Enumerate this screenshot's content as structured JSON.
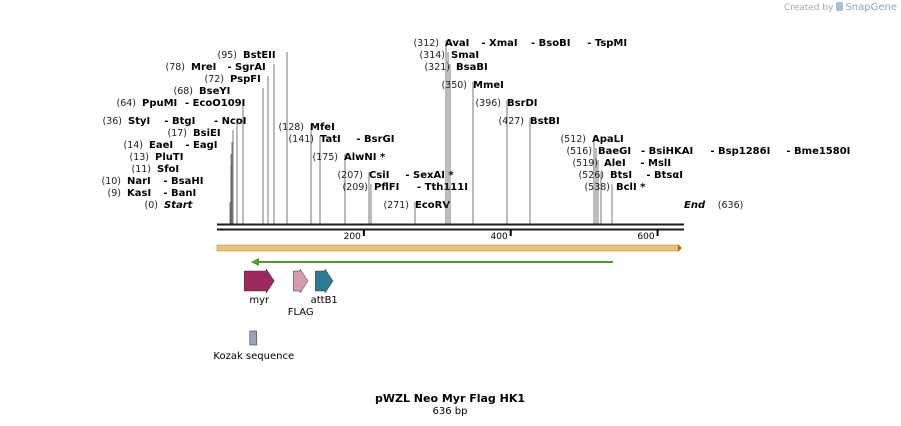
{
  "credit": {
    "prefix": "Created by",
    "brand": "SnapGene"
  },
  "plasmid": {
    "name": "pWZL Neo Myr Flag HK1",
    "length": "636 bp",
    "length_bp": 636
  },
  "colors": {
    "backbone": "#1a1a1a",
    "orange_bar": "#e8c27a",
    "green_arrow": "#4c9a2a",
    "myr": "#9b2a5e",
    "flag": "#d49ab0",
    "attb1": "#2e7a93",
    "kozak": "#9aa3b5",
    "leader": "#555555"
  },
  "ruler": {
    "ticks": [
      200,
      400,
      600
    ],
    "labels": [
      "200",
      "400",
      "600"
    ]
  },
  "sites": [
    {
      "names": [
        "Start"
      ],
      "pos": 0,
      "label": "(0)",
      "italic": true
    },
    {
      "names": [
        "KasI",
        "BanI"
      ],
      "pos": 9,
      "label": "(9)"
    },
    {
      "names": [
        "NarI",
        "BsaHI"
      ],
      "pos": 10,
      "label": "(10)"
    },
    {
      "names": [
        "SfoI"
      ],
      "pos": 11,
      "label": "(11)"
    },
    {
      "names": [
        "PluTI"
      ],
      "pos": 13,
      "label": "(13)"
    },
    {
      "names": [
        "EaeI",
        "EagI"
      ],
      "pos": 14,
      "label": "(14)"
    },
    {
      "names": [
        "BsiEI"
      ],
      "pos": 17,
      "label": "(17)"
    },
    {
      "names": [
        "StyI",
        "BtgI",
        "NcoI"
      ],
      "pos": 36,
      "label": "(36)"
    },
    {
      "names": [
        "PpuMI",
        "EcoO109I"
      ],
      "pos": 64,
      "label": "(64)"
    },
    {
      "names": [
        "BseYI"
      ],
      "pos": 68,
      "label": "(68)"
    },
    {
      "names": [
        "PspFI"
      ],
      "pos": 72,
      "label": "(72)"
    },
    {
      "names": [
        "MreI",
        "SgrAI"
      ],
      "pos": 78,
      "label": "(78)"
    },
    {
      "names": [
        "BstEII"
      ],
      "pos": 95,
      "label": "(95)"
    },
    {
      "names": [
        "MfeI"
      ],
      "pos": 128,
      "label": "(128)"
    },
    {
      "names": [
        "TatI",
        "BsrGI"
      ],
      "pos": 141,
      "label": "(141)"
    },
    {
      "names": [
        "AlwNI *"
      ],
      "pos": 175,
      "label": "(175)"
    },
    {
      "names": [
        "CsiI",
        "SexAI *"
      ],
      "pos": 207,
      "label": "(207)"
    },
    {
      "names": [
        "PflFI",
        "Tth111I"
      ],
      "pos": 209,
      "label": "(209)"
    },
    {
      "names": [
        "EcoRV"
      ],
      "pos": 271,
      "label": "(271)"
    },
    {
      "names": [
        "AvaI",
        "XmaI",
        "BsoBI",
        "TspMI"
      ],
      "pos": 312,
      "label": "(312)"
    },
    {
      "names": [
        "SmaI"
      ],
      "pos": 314,
      "label": "(314)"
    },
    {
      "names": [
        "BsaBI"
      ],
      "pos": 321,
      "label": "(321)"
    },
    {
      "names": [
        "MmeI"
      ],
      "pos": 350,
      "label": "(350)"
    },
    {
      "names": [
        "BsrDI"
      ],
      "pos": 396,
      "label": "(396)"
    },
    {
      "names": [
        "BstBI"
      ],
      "pos": 427,
      "label": "(427)"
    },
    {
      "names": [
        "ApaLI"
      ],
      "pos": 512,
      "label": "(512)"
    },
    {
      "names": [
        "BaeGI",
        "BsiHKAI",
        "Bsp1286I",
        "Bme1580I"
      ],
      "pos": 516,
      "label": "(516)"
    },
    {
      "names": [
        "AleI",
        "MslI"
      ],
      "pos": 519,
      "label": "(519)"
    },
    {
      "names": [
        "BtsI",
        "BtsαI"
      ],
      "pos": 526,
      "label": "(526)"
    },
    {
      "names": [
        "BclI *"
      ],
      "pos": 538,
      "label": "(538)"
    },
    {
      "names": [
        "End"
      ],
      "pos": 636,
      "label": "(636)",
      "italic": true,
      "label_after": true
    }
  ],
  "features": [
    {
      "name": "myr",
      "start": 37,
      "end": 78,
      "color": "#9b2a5e",
      "row": 0,
      "shape": "arrow"
    },
    {
      "name": "FLAG",
      "start": 104,
      "end": 124,
      "color": "#d49ab0",
      "row": 1,
      "shape": "arrow"
    },
    {
      "name": "attB1",
      "start": 134,
      "end": 158,
      "color": "#2e7a93",
      "row": 0,
      "shape": "arrow"
    },
    {
      "name": "Kozak sequence",
      "start": 31,
      "end": 41,
      "color": "#9aa3b5",
      "row": 2,
      "shape": "box"
    }
  ]
}
